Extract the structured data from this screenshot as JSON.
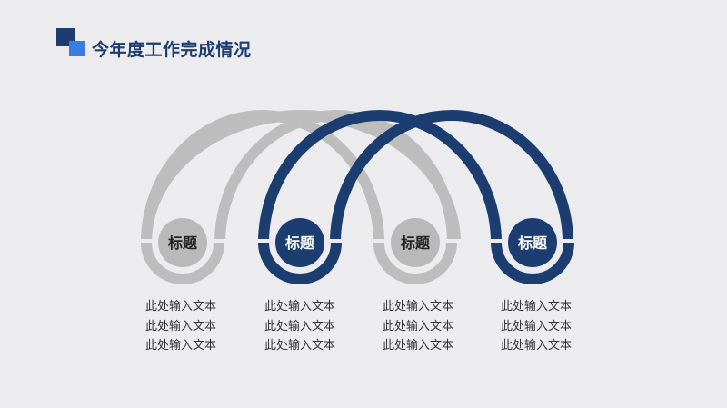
{
  "header": {
    "title": "今年度工作完成情况"
  },
  "colors": {
    "background": "#ececee",
    "gray_arc": "#bdbdbd",
    "navy_arc": "#1b3d6f",
    "gray_node": "#b9b9b9",
    "navy_node": "#1b3d6f",
    "gray_node_text": "#222222",
    "navy_node_text": "#ffffff"
  },
  "nodes": [
    {
      "label": "标题",
      "style": "gray"
    },
    {
      "label": "标题",
      "style": "navy"
    },
    {
      "label": "标题",
      "style": "gray"
    },
    {
      "label": "标题",
      "style": "navy"
    }
  ],
  "descriptions": [
    {
      "lines": [
        "此处输入文本",
        "此处输入文本",
        "此处输入文本"
      ]
    },
    {
      "lines": [
        "此处输入文本",
        "此处输入文本",
        "此处输入文本"
      ]
    },
    {
      "lines": [
        "此处输入文本",
        "此处输入文本",
        "此处输入文本"
      ]
    },
    {
      "lines": [
        "此处输入文本",
        "此处输入文本",
        "此处输入文本"
      ]
    }
  ]
}
